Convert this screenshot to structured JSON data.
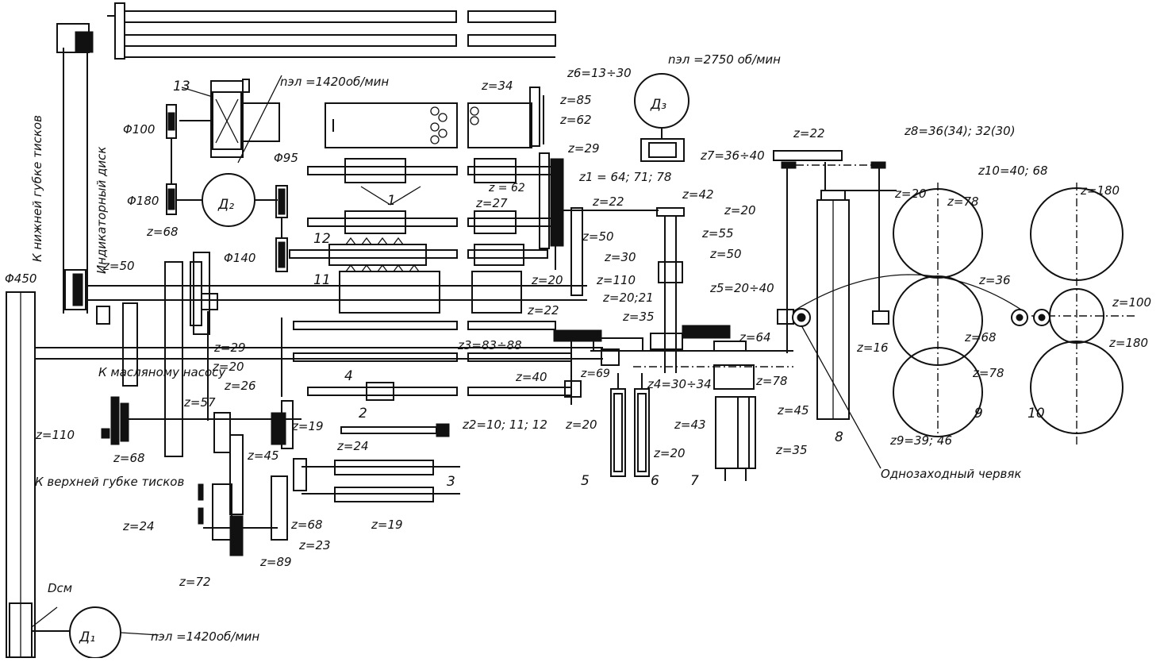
{
  "motors": {
    "d1": {
      "label": "Д₁",
      "speed": "nэл =1420об/мин"
    },
    "d2": {
      "label": "Д₂",
      "speed": "nэл =1420об/мин"
    },
    "d3": {
      "label": "Д₃",
      "speed": "nэл =2750 об/мин"
    }
  },
  "pulleys": {
    "f450": "Φ450",
    "f100": "Φ100",
    "f180": "Φ180",
    "f95": "Φ95",
    "f140": "Φ140",
    "dsm": "Dсм"
  },
  "captions": {
    "lower_jaw": "К нижней губке тисков",
    "index_disk": "Индикаторный диск",
    "oil_pump": "К масляному насосу",
    "upper_jaw": "К верхней губке тисков",
    "worm": "Однозаходный червяк"
  },
  "numbers": [
    "1",
    "2",
    "3",
    "4",
    "5",
    "6",
    "7",
    "8",
    "9",
    "10",
    "11",
    "12",
    "13"
  ],
  "gears": {
    "z34": "z=34",
    "z6": "z6=13÷30",
    "z85": "z=85",
    "z62": "z=62",
    "z29a": "z=29",
    "z1": "z1 = 64; 71; 78",
    "z62b": "z = 62",
    "z27": "z=27",
    "z22a": "z=22",
    "z50a": "z=50",
    "z42": "z=42",
    "z30a": "z=30",
    "z20a": "z=20",
    "z110a": "z=110",
    "z22b": "z=22",
    "z2021": "z=20;21",
    "z35a": "z=35",
    "z55": "z=55",
    "z50b": "z=50",
    "z5": "z5=20÷40",
    "z3": "z3=83÷88",
    "z40": "z=40",
    "z69": "z=69",
    "z64": "z=64",
    "z4": "z4=30÷34",
    "z78a": "z=78",
    "z43": "z=43",
    "z45a": "z=45",
    "z35b": "z=35",
    "z20b": "z=20",
    "z20c": "z=20",
    "z2": "z2=10; 11; 12",
    "z22c": "z=22",
    "z7": "z7=36÷40",
    "z20d": "z=20",
    "z20e": "z=20",
    "z8": "z8=36(34); 32(30)",
    "z78b": "z=78",
    "z180a": "z=180",
    "z10": "z10=40; 68",
    "z36": "z=36",
    "z100": "z=100",
    "z16": "z=16",
    "z68a": "z=68",
    "z180b": "z=180",
    "z78c": "z=78",
    "z9": "z9=39; 46",
    "z68b": "z=68",
    "z50c": "z=50",
    "z110b": "z=110",
    "z68c": "z=68",
    "z29b": "z=29",
    "z57": "z=57",
    "z20f": "z=20",
    "z26": "z=26",
    "z19a": "z=19",
    "z24a": "z=24",
    "z45b": "z=45",
    "z24b": "z=24",
    "z68d": "z=68",
    "z23": "z=23",
    "z19b": "z=19",
    "z89": "z=89",
    "z72": "z=72"
  }
}
